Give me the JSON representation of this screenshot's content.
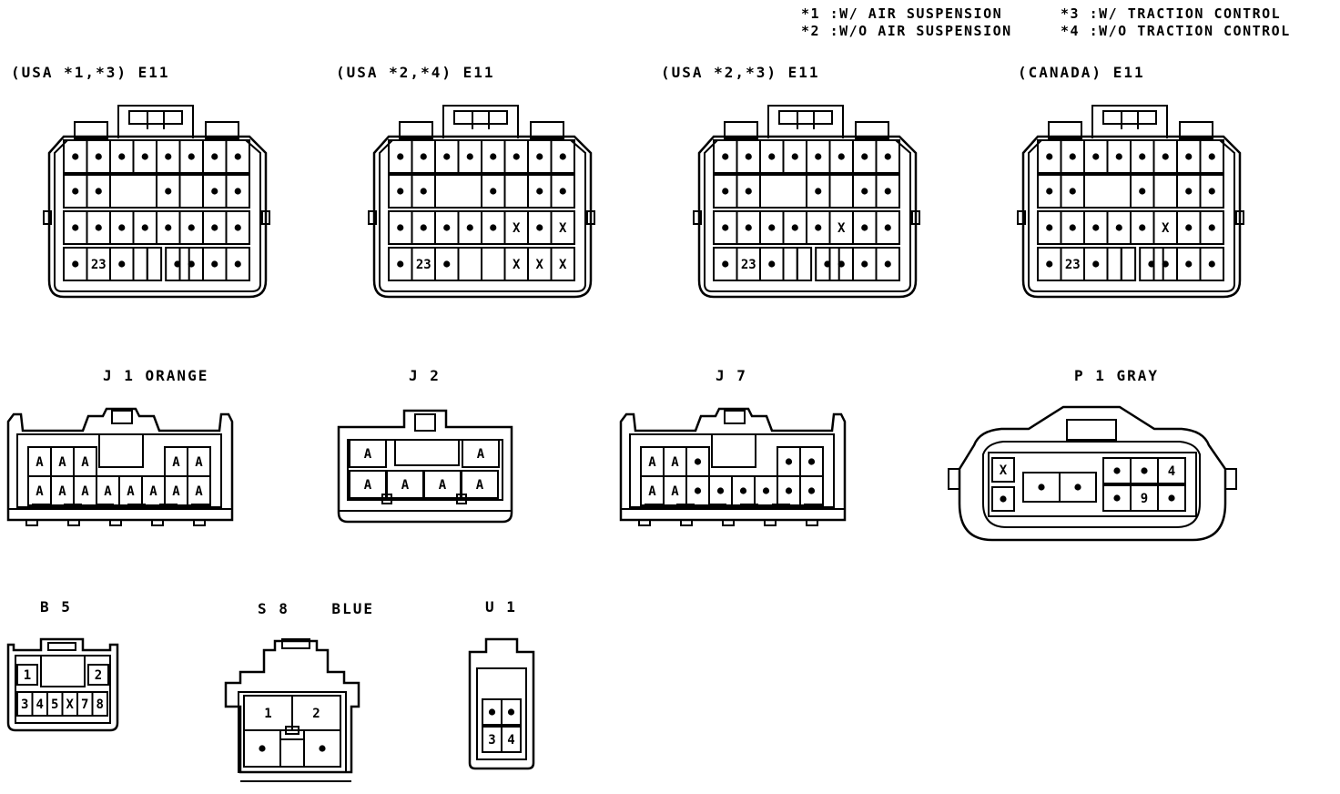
{
  "legend": {
    "row1_left": "*1 :W/ AIR SUSPENSION",
    "row1_right": "*3 :W/ TRACTION CONTROL",
    "row2_left": "*2 :W/O AIR SUSPENSION",
    "row2_right": "*4 :W/O TRACTION CONTROL"
  },
  "e11": [
    {
      "label": "(USA *1,*3) E11",
      "rows": [
        [
          "•",
          "•",
          "•",
          "•",
          "•",
          "•",
          "•",
          "•"
        ],
        [
          "•",
          "•",
          "•",
          "•",
          "•"
        ],
        [
          "•",
          "•",
          "•",
          "•",
          "•",
          "•",
          "•",
          "•"
        ],
        [
          "•",
          "23",
          "•",
          "",
          "",
          "•",
          "•",
          "•",
          "•"
        ]
      ]
    },
    {
      "label": "(USA *2,*4) E11",
      "rows": [
        [
          "•",
          "•",
          "•",
          "•",
          "•",
          "•",
          "•",
          "•"
        ],
        [
          "•",
          "•",
          "•",
          "•",
          "•"
        ],
        [
          "•",
          "•",
          "•",
          "•",
          "•",
          "X",
          "•",
          "X"
        ],
        [
          "•",
          "23",
          "•",
          "",
          "",
          "X",
          "X",
          "X"
        ]
      ]
    },
    {
      "label": "(USA *2,*3) E11",
      "rows": [
        [
          "•",
          "•",
          "•",
          "•",
          "•",
          "•",
          "•",
          "•"
        ],
        [
          "•",
          "•",
          "•",
          "•",
          "•"
        ],
        [
          "•",
          "•",
          "•",
          "•",
          "•",
          "X",
          "•",
          "•"
        ],
        [
          "•",
          "23",
          "•",
          "",
          "",
          "•",
          "•",
          "•",
          "•"
        ]
      ]
    },
    {
      "label": "(CANADA) E11",
      "rows": [
        [
          "•",
          "•",
          "•",
          "•",
          "•",
          "•",
          "•",
          "•"
        ],
        [
          "•",
          "•",
          "•",
          "•",
          "•"
        ],
        [
          "•",
          "•",
          "•",
          "•",
          "•",
          "X",
          "•",
          "•"
        ],
        [
          "•",
          "23",
          "•",
          "",
          "",
          "•",
          "•",
          "•",
          "•"
        ]
      ]
    }
  ],
  "j1": {
    "label": "J 1 ORANGE",
    "top": [
      "A",
      "A",
      "A",
      "",
      "",
      "A",
      "A"
    ],
    "bottom": [
      "A",
      "A",
      "A",
      "A",
      "A",
      "A",
      "A",
      "A"
    ]
  },
  "j2": {
    "label": "J 2",
    "top": [
      "A",
      "A"
    ],
    "bottom": [
      "A",
      "A",
      "A",
      "A"
    ]
  },
  "j7": {
    "label": "J 7",
    "top": [
      "A",
      "A",
      "•",
      "",
      "",
      "•",
      "•"
    ],
    "bottom": [
      "A",
      "A",
      "•",
      "•",
      "•",
      "•",
      "•",
      "•"
    ]
  },
  "p1": {
    "label": "P 1 GRAY",
    "pins": [
      "X",
      "•",
      "•",
      "•",
      "•",
      "•",
      "4",
      "•",
      "9",
      "•"
    ]
  },
  "b5": {
    "label": "B 5",
    "pins": [
      "1",
      "2",
      "3",
      "4",
      "5",
      "X",
      "7",
      "8"
    ]
  },
  "s8": {
    "label": "S 8    BLUE",
    "pins": [
      "1",
      "2",
      "•",
      "•"
    ]
  },
  "u1": {
    "label": "U 1",
    "pins": [
      "•",
      "•",
      "3",
      "4"
    ]
  }
}
